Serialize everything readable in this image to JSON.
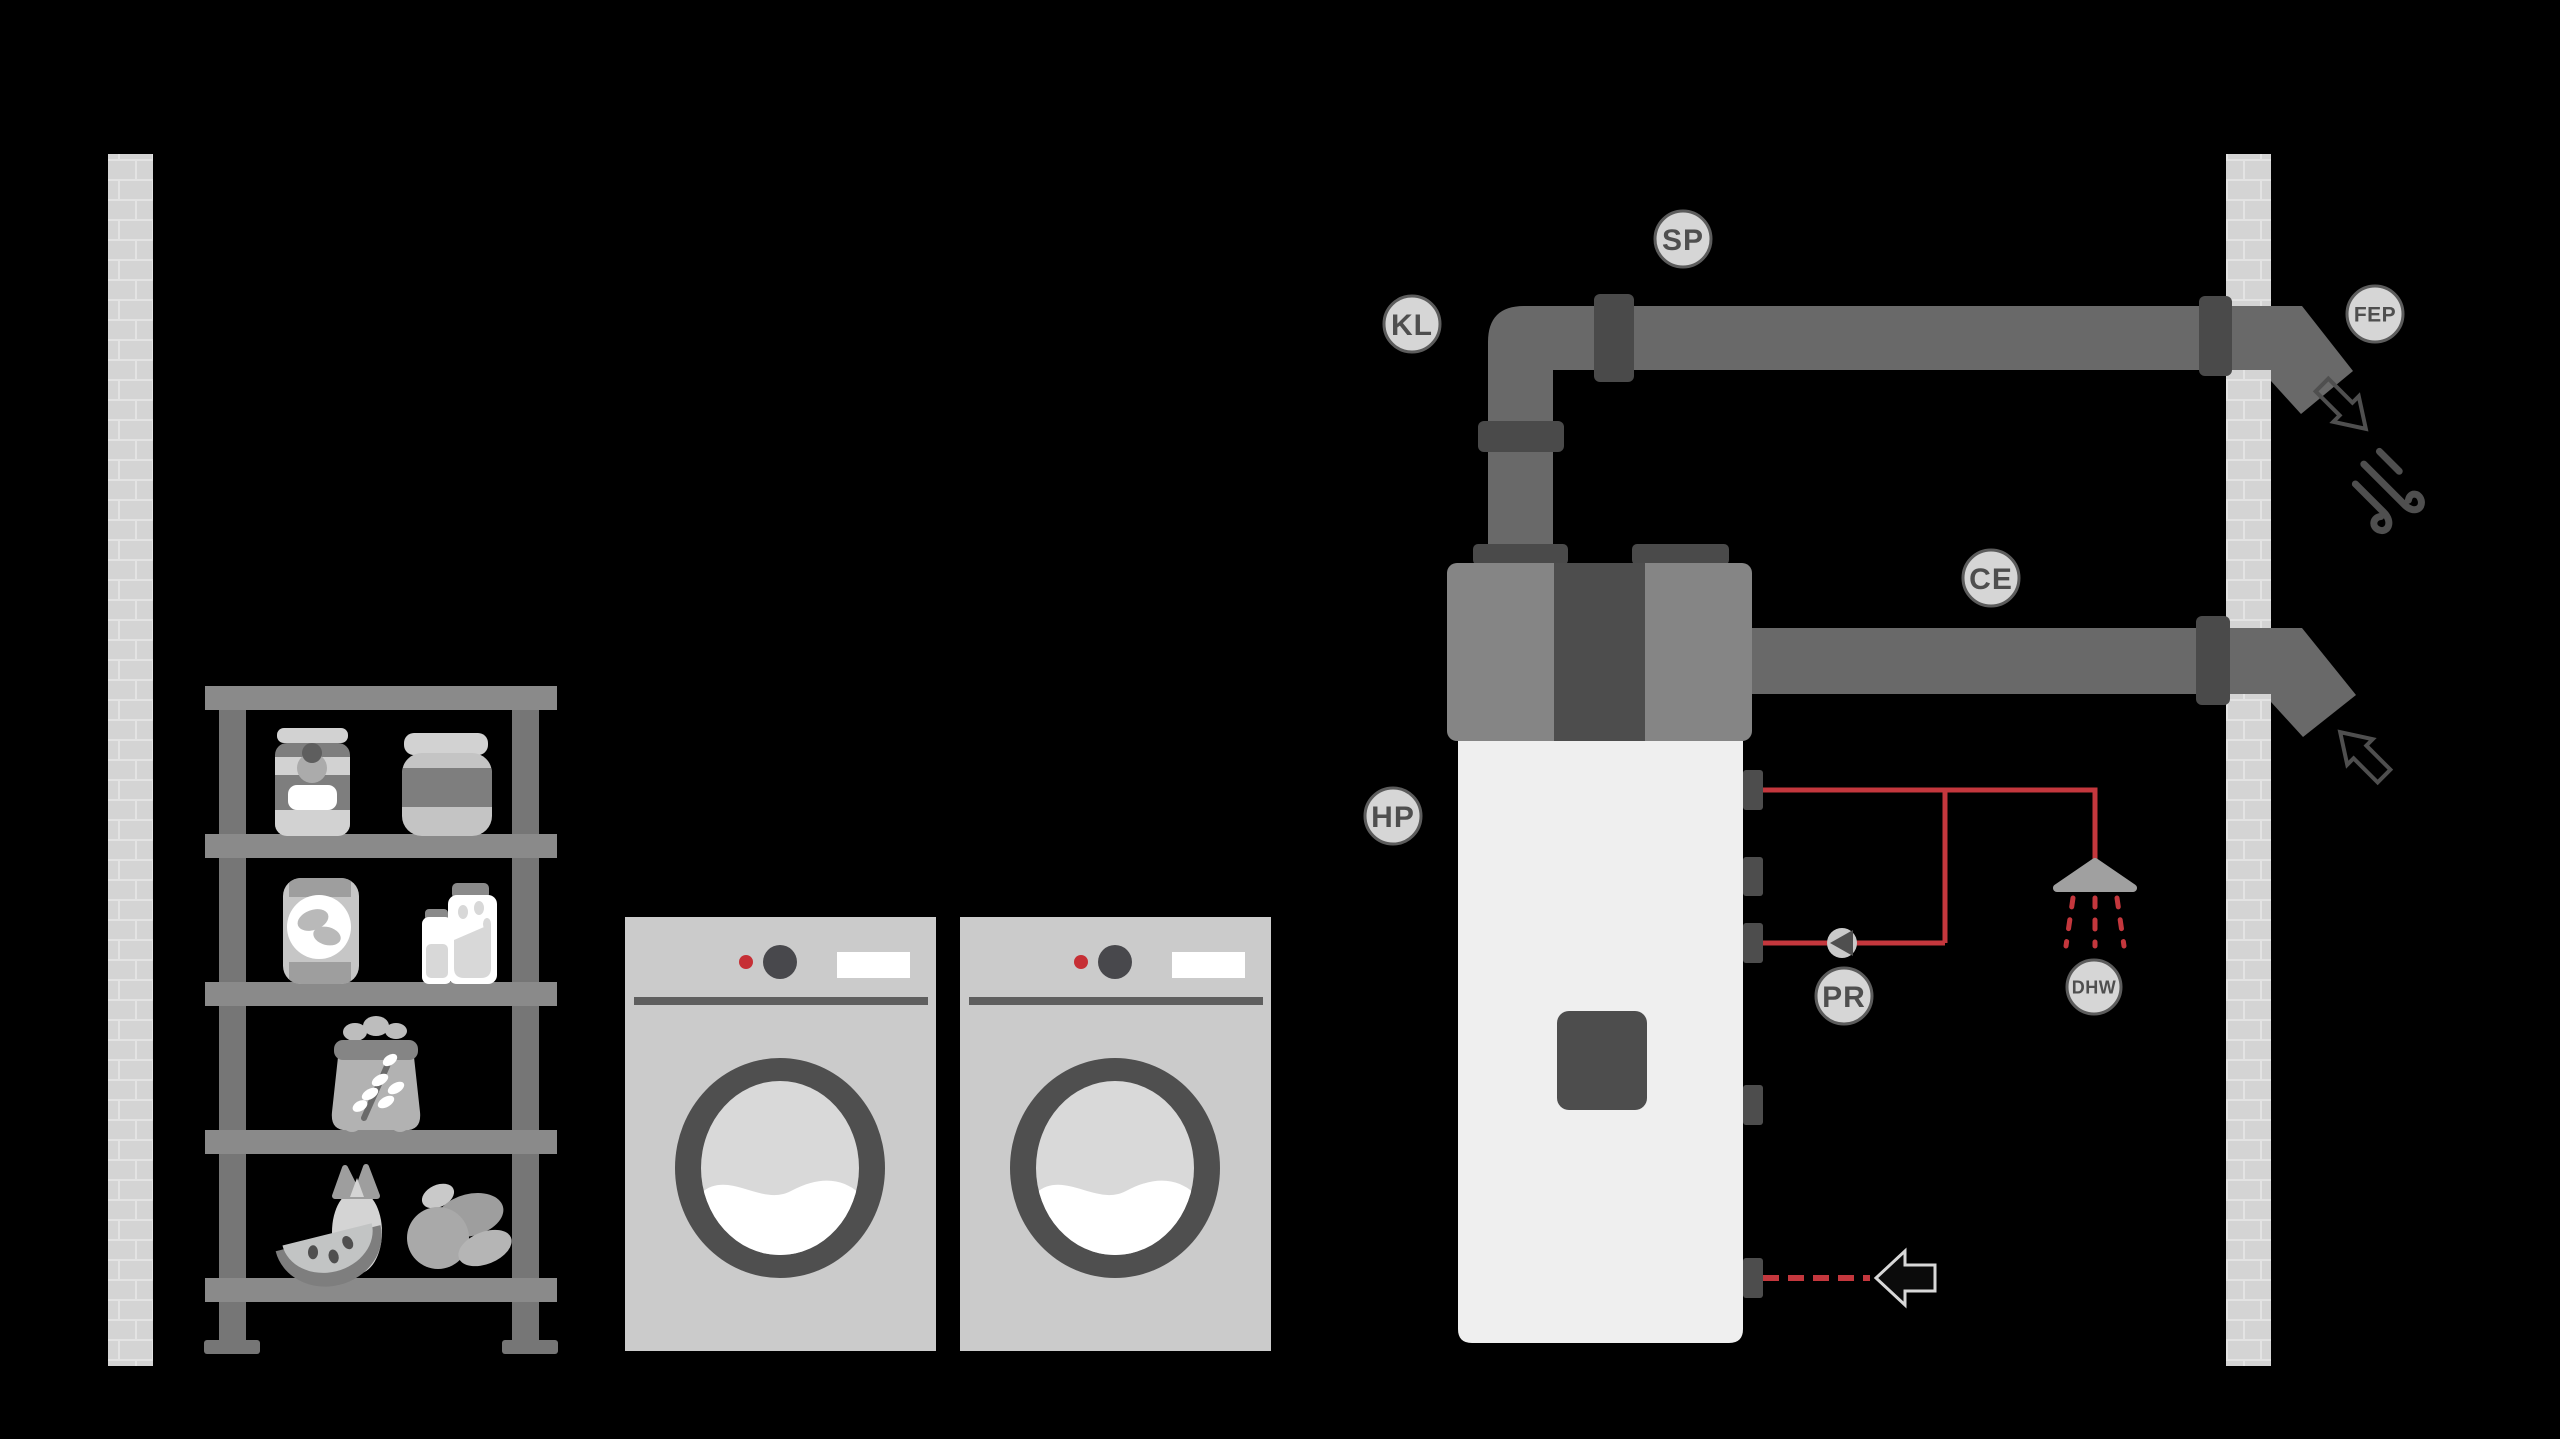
{
  "scene": {
    "background": "#000000",
    "type": "basement-utility-room-diagram"
  },
  "labels": {
    "sp": "SP",
    "kl": "KL",
    "fep": "FEP",
    "ce": "CE",
    "hp": "HP",
    "pr": "PR",
    "dhw": "DHW"
  },
  "icons": {
    "wind": "wind-gust-swirl",
    "exhaust_air": "outline-arrow-down-right",
    "intake_air": "outline-arrow-up-left",
    "cold_water_inlet": "filled-arrow-left",
    "shower": "shower-head-with-spray",
    "circulation_pump": "circle-with-left-triangle"
  },
  "colors": {
    "background": "#000000",
    "wall_brick": "#d4d4d4",
    "wall_mortar": "#e3e3e3",
    "duct": "#696969",
    "duct_collar": "#4a4a4a",
    "heat_pump_unit": "#858585",
    "heat_pump_band": "#4d4d4d",
    "tank": "#efefef",
    "tank_fittings": "#4d4d4d",
    "hot_water_pipe": "#c4373d",
    "indicator_red": "#c62f35",
    "label_fill": "#d6d6d6",
    "label_stroke": "#5c5c5c",
    "label_text": "#4f4f4f",
    "machine_body": "#cbcbcb",
    "machine_dark": "#4f4f4f",
    "shelf_board": "#8a8a8a",
    "shelf_post": "#767676",
    "icon_stroke": "#4f4f4f"
  }
}
